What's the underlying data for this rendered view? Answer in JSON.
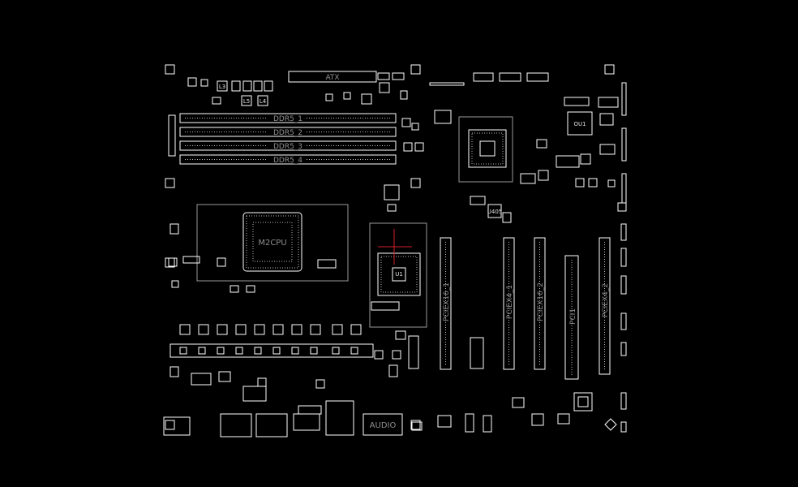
{
  "board": {
    "labels": {
      "atx": "ATX",
      "ddr": [
        "DDR5_1",
        "DDR5_2",
        "DDR5_3",
        "DDR5_4"
      ],
      "cpu": "M2CPU",
      "slots": [
        "PCIEX16_1",
        "PCIEX4_1",
        "PCIEX16_2",
        "PCI1",
        "PCIEX4_2"
      ],
      "ou1": "OU1",
      "u1": "U1",
      "audio": "AUDIO",
      "small_chip": "U405",
      "passives": [
        "L3",
        "L4",
        "L5"
      ]
    },
    "colors": {
      "background": "#000000",
      "outline": "#ffffff",
      "label": "#8f8f8f",
      "marker": "#d0202a"
    }
  }
}
